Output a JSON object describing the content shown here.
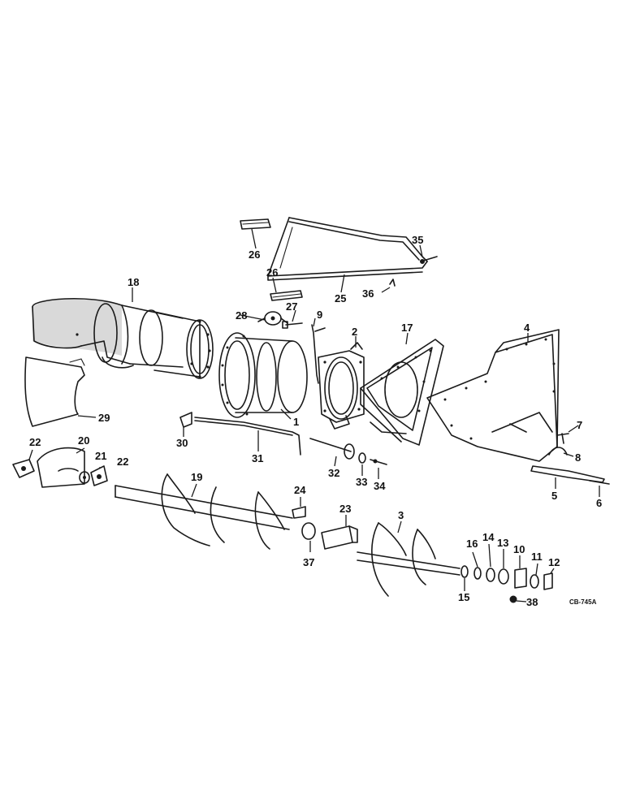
{
  "drawing_code": "CB-745A",
  "callouts": {
    "c1": "1",
    "c2": "2",
    "c3": "3",
    "c4": "4",
    "c5": "5",
    "c6": "6",
    "c7": "7",
    "c8": "8",
    "c9": "9",
    "c10": "10",
    "c11": "11",
    "c12": "12",
    "c13": "13",
    "c14": "14",
    "c15": "15",
    "c16": "16",
    "c17": "17",
    "c18": "18",
    "c19": "19",
    "c20": "20",
    "c21": "21",
    "c22a": "22",
    "c22b": "22",
    "c23": "23",
    "c24": "24",
    "c25": "25",
    "c26a": "26",
    "c26b": "26",
    "c27": "27",
    "c28": "28",
    "c29": "29",
    "c30": "30",
    "c31": "31",
    "c32": "32",
    "c33": "33",
    "c34": "34",
    "c35": "35",
    "c36": "36",
    "c37": "37",
    "c38": "38"
  }
}
